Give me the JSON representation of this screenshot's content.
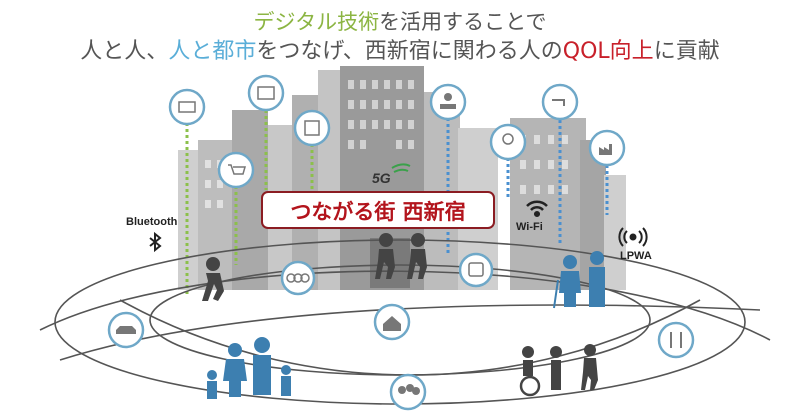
{
  "headline": {
    "line1_green": "デジタル技術",
    "line1_rest": "を活用することで",
    "line2_a": "人と人、",
    "line2_b": "人と都市",
    "line2_c": "をつなげ、西新宿に関わる人の",
    "line2_d": "QOL向上",
    "line2_e": "に貢献"
  },
  "banner": "つながる街 西新宿",
  "tech": {
    "bluetooth": "Bluetooth",
    "wifi": "Wi-Fi",
    "lpwa": "LPWA",
    "fiveg": "5G"
  },
  "colors": {
    "building": "#bdbdbd",
    "building_dark": "#8e8e8e",
    "icon_ring": "#6fa8c8",
    "green_dot": "#8cc04b",
    "blue_dot": "#4a90d0",
    "figure": "#444444",
    "family": "#3d7fb0",
    "banner_red": "#b3141c"
  }
}
